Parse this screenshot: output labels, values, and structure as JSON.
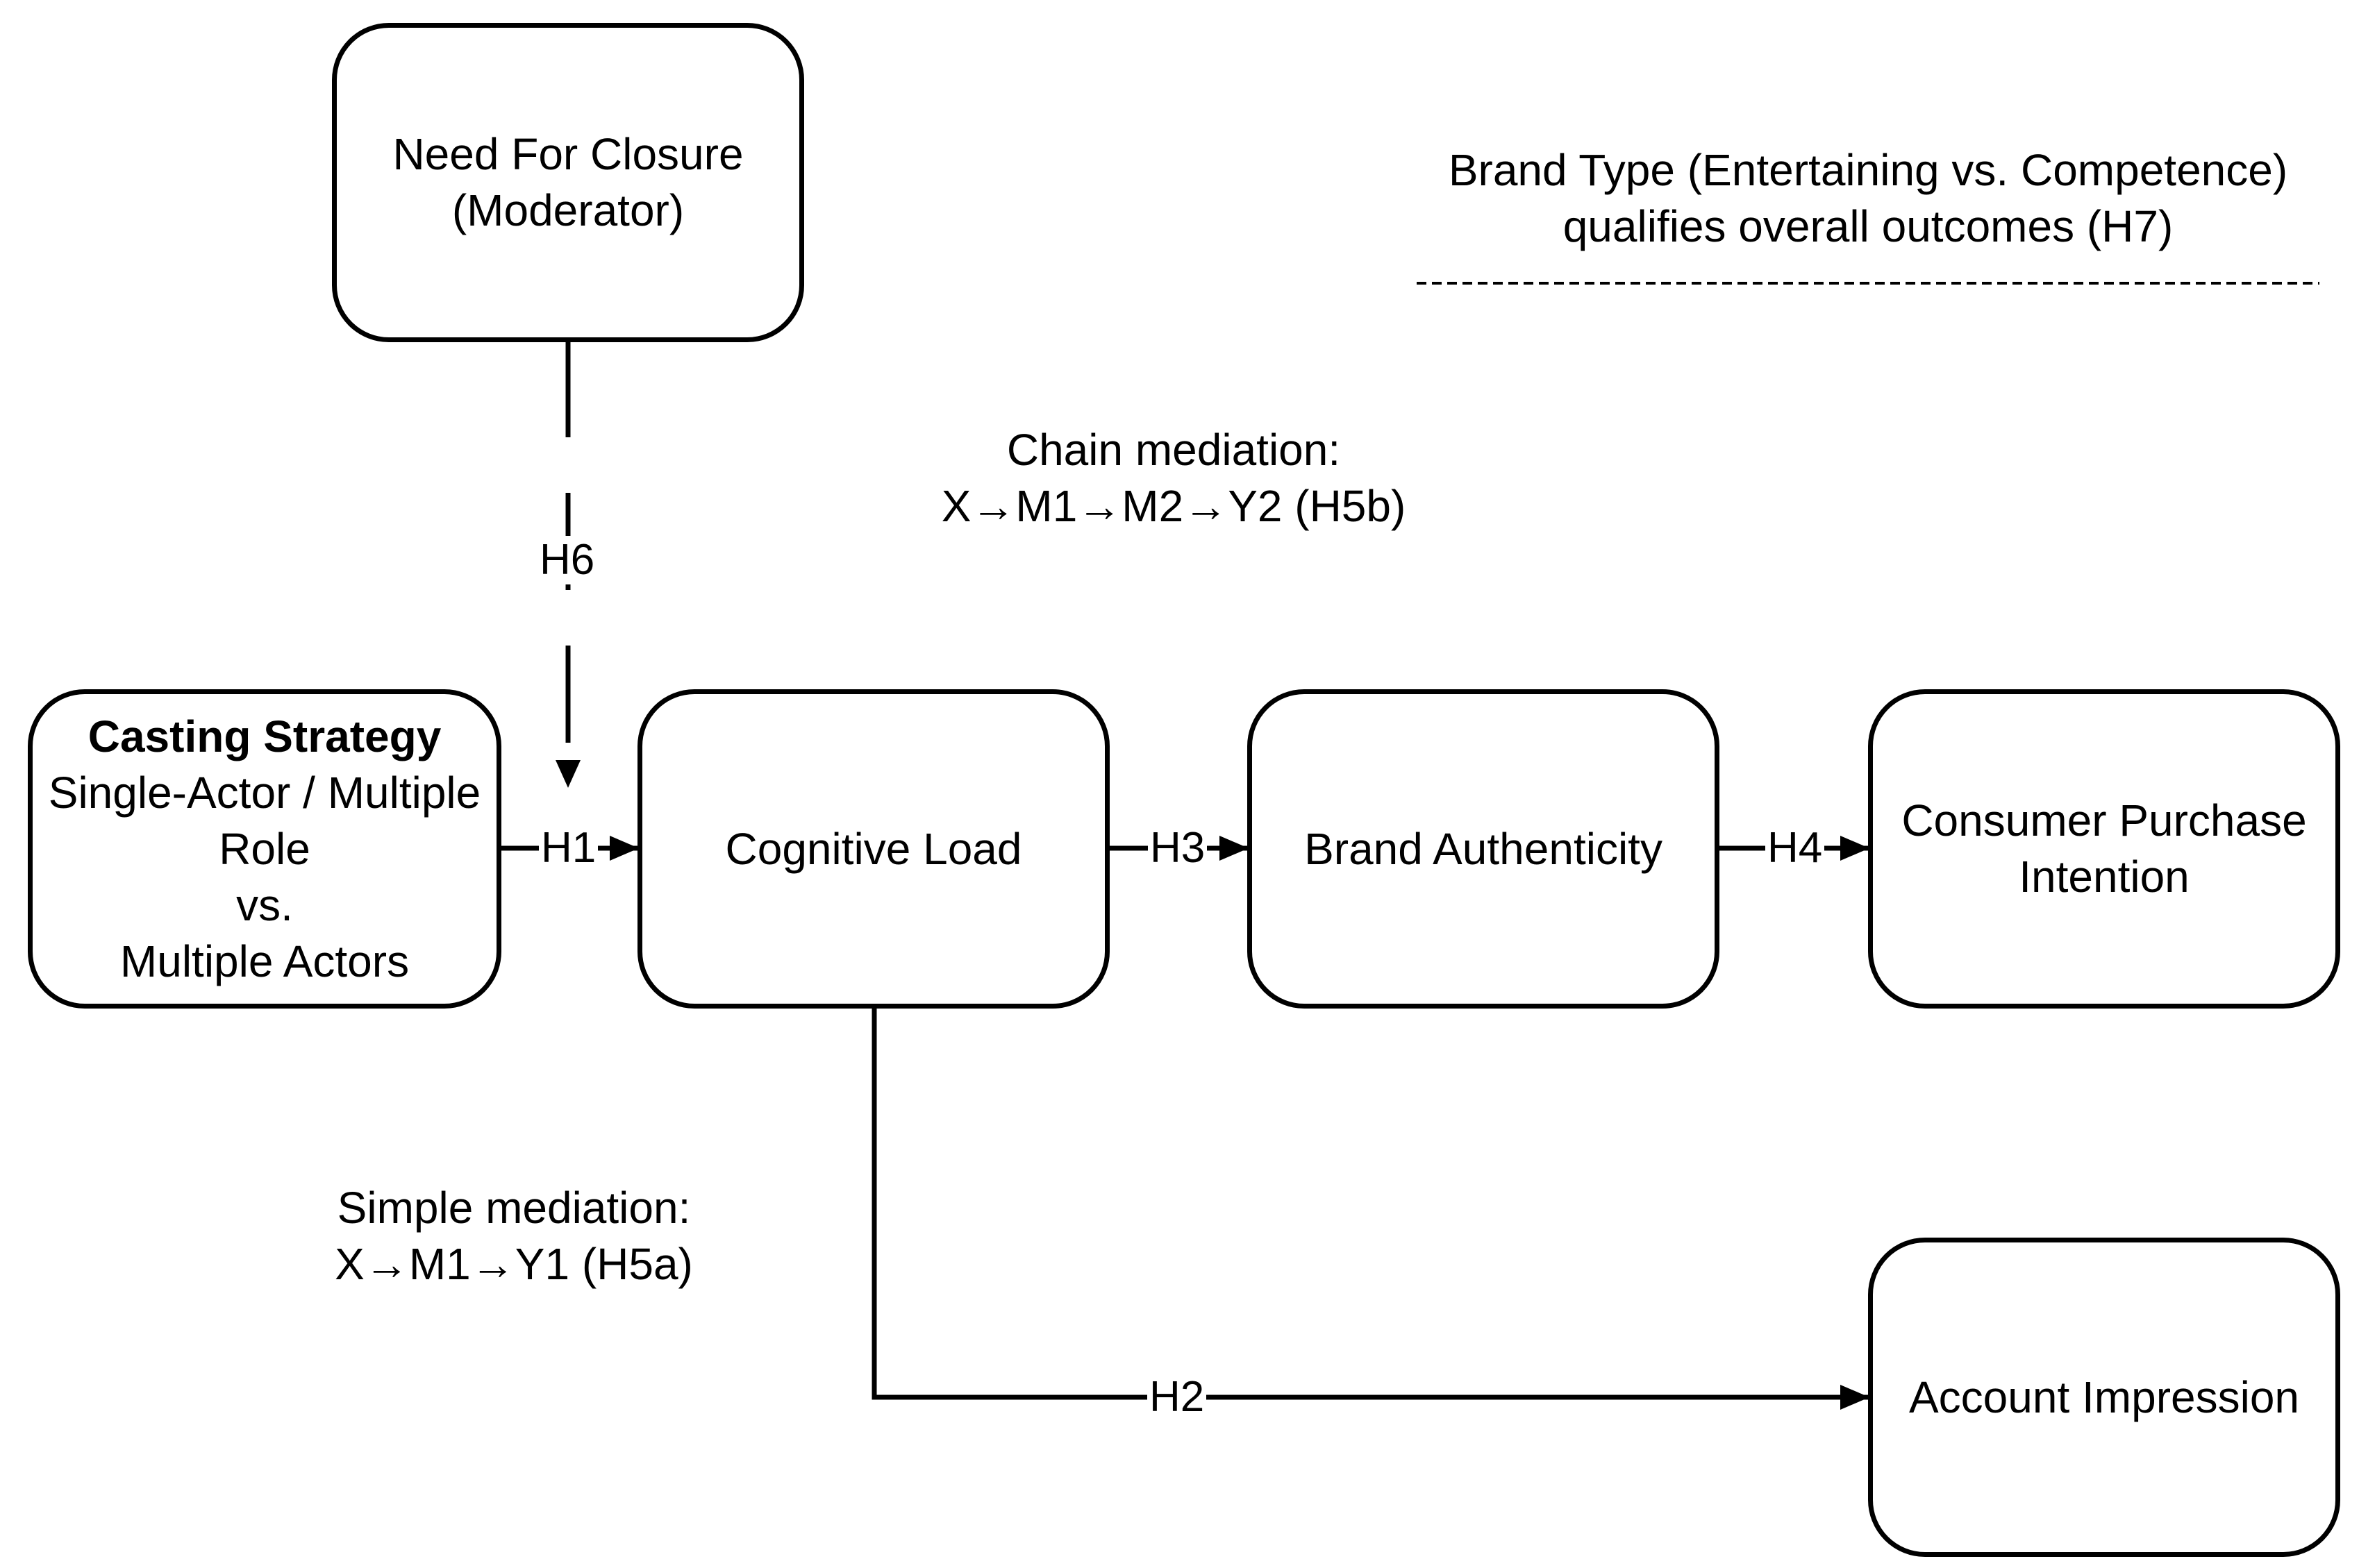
{
  "nodes": {
    "nfc": {
      "line1": "Need For Closure",
      "line2": "(Moderator)"
    },
    "casting": {
      "title": "Casting Strategy",
      "line1": "Single-Actor / Multiple",
      "line2": "Role",
      "line3": "vs.",
      "line4": "Multiple Actors"
    },
    "cognitive": {
      "label": "Cognitive Load"
    },
    "authenticity": {
      "label": "Brand Authenticity"
    },
    "purchase": {
      "line1": "Consumer Purchase",
      "line2": "Intention"
    },
    "impression": {
      "label": "Account Impression"
    }
  },
  "edges": {
    "h1": "H1",
    "h2": "H2",
    "h3": "H3",
    "h4": "H4",
    "h6": "H6"
  },
  "annotations": {
    "brand_type": {
      "line1": "Brand Type (Entertaining vs. Competence)",
      "line2": "qualifies overall outcomes (H7)"
    },
    "chain": {
      "line1": "Chain mediation:",
      "line2": "X→M1→M2→Y2 (H5b)"
    },
    "simple": {
      "line1": "Simple mediation:",
      "line2": "X→M1→Y1 (H5a)"
    }
  }
}
